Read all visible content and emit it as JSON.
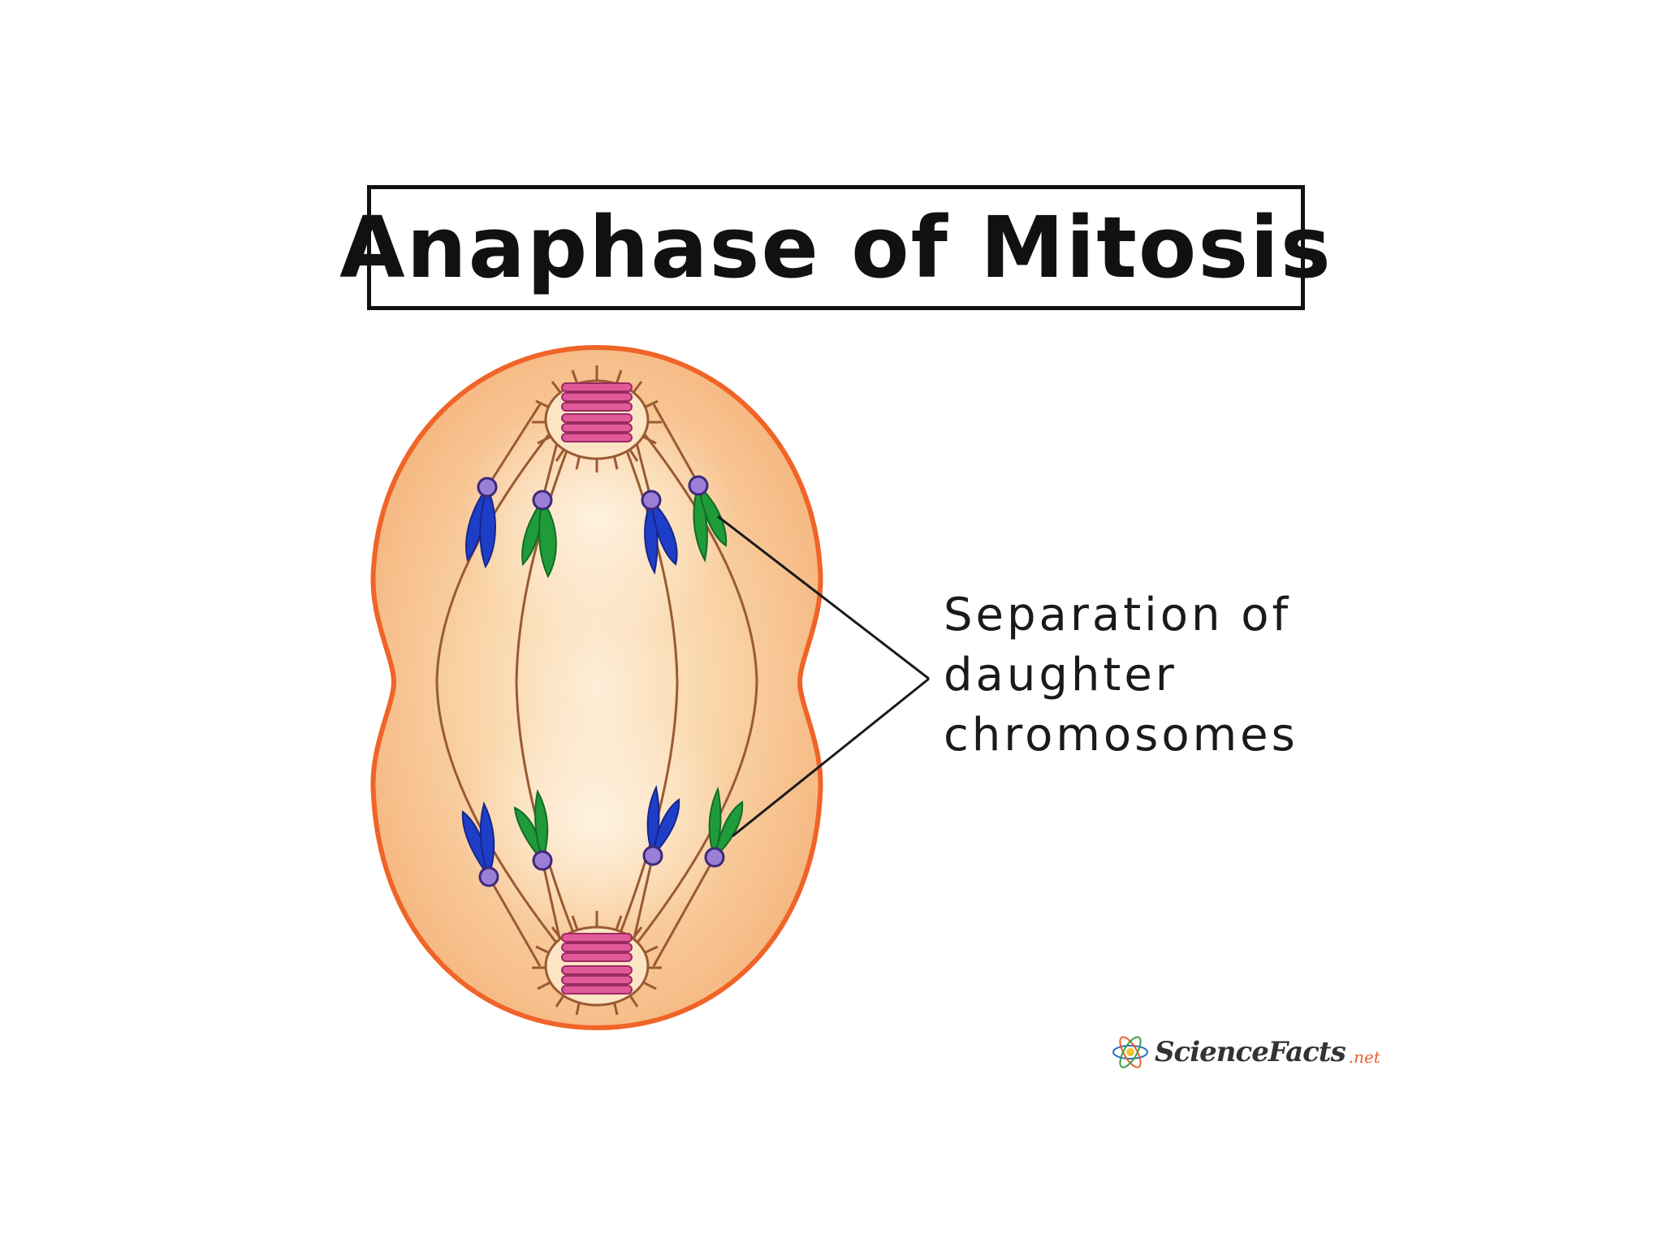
{
  "title": "Anaphase of Mitosis",
  "label": {
    "line1": "Separation of",
    "line2": "daughter",
    "line3": "chromosomes"
  },
  "logo": {
    "name": "ScienceFacts",
    "suffix": ".net"
  },
  "colors": {
    "cell_membrane": "#f06428",
    "cytoplasm_light": "#fbe6c8",
    "cytoplasm_dark": "#f5b57c",
    "spindle_fiber": "#9a5a32",
    "centrosome": "#c2306e",
    "chromosome_blue": "#1f3ec8",
    "chromosome_green": "#1f9b3a",
    "centromere": "#9b7fd6"
  },
  "icons": {
    "logo_mark": "atom-icon"
  }
}
